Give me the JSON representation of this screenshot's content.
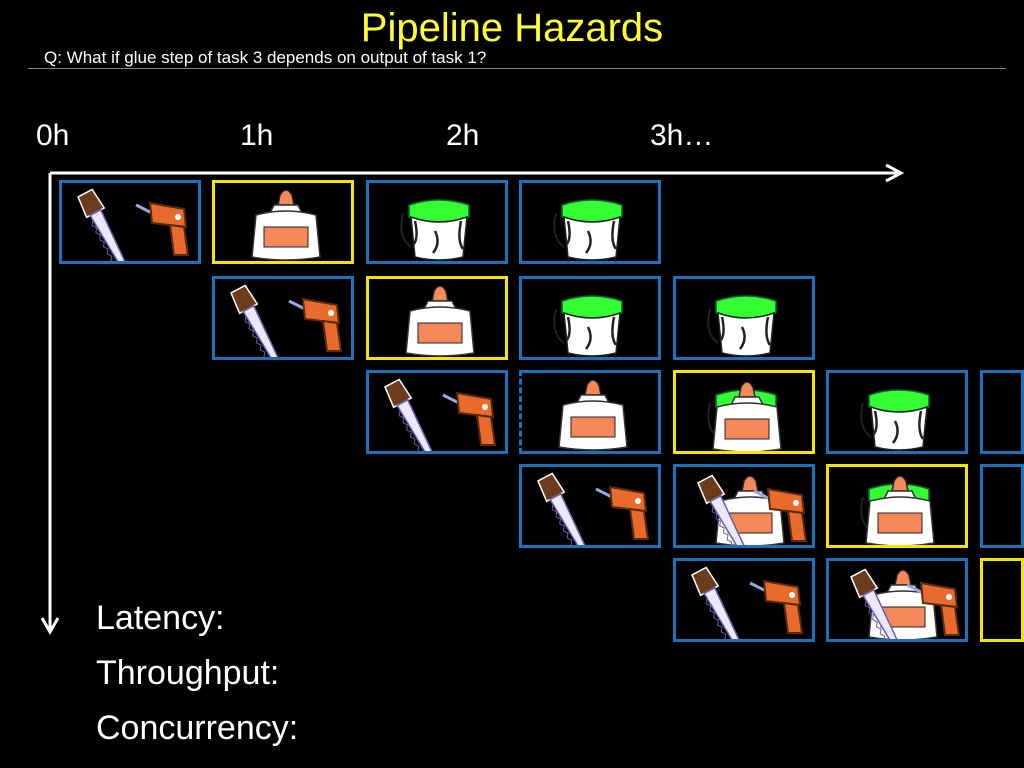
{
  "slide": {
    "title": "Pipeline Hazards",
    "subtitle": "Q: What if glue step of task 3 depends on output of task 1?"
  },
  "time_axis": {
    "ticks": [
      "0h",
      "1h",
      "2h",
      "3h…"
    ]
  },
  "colors": {
    "background": "#000000",
    "title": "#ffff33",
    "stage_border": "#1a73b8",
    "glue_border": "#f2e600",
    "paint": "#33ff33",
    "glue_label": "#f5895a"
  },
  "stages": {
    "cut_drill": "saw-and-drill-icon",
    "glue": "glue-bottle-icon",
    "paint": "paint-can-icon"
  },
  "metrics": {
    "latency": "Latency:",
    "throughput": "Throughput:",
    "concurrency": "Concurrency:"
  }
}
